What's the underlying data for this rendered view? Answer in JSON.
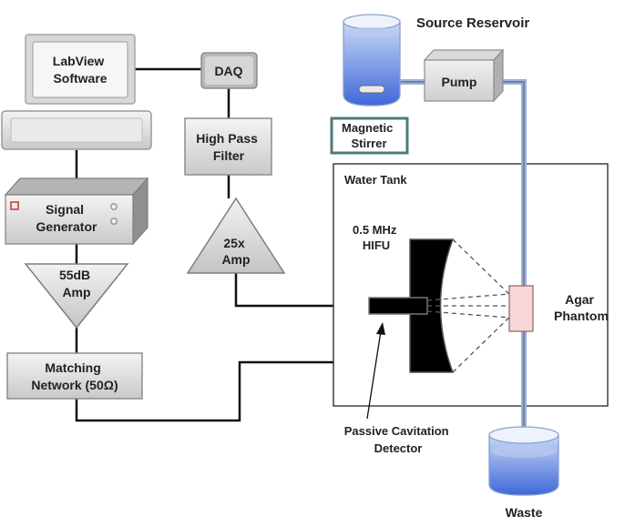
{
  "labels": {
    "labview": [
      "LabView",
      "Software"
    ],
    "daq": "DAQ",
    "high_pass_filter": [
      "High Pass",
      "Filter"
    ],
    "signal_generator": [
      "Signal",
      "Generator"
    ],
    "amp_25x": [
      "25x",
      "Amp"
    ],
    "amp_55db": [
      "55dB",
      "Amp"
    ],
    "matching_network": [
      "Matching",
      "Network (50Ω)"
    ],
    "source_reservoir": "Source Reservoir",
    "pump": "Pump",
    "magnetic_stirrer": [
      "Magnetic",
      "Stirrer"
    ],
    "water_tank": "Water Tank",
    "hifu": [
      "0.5 MHz",
      "HIFU"
    ],
    "agar_phantom": [
      "Agar",
      "Phantom"
    ],
    "pcd": [
      "Passive Cavitation",
      "Detector"
    ],
    "waste": "Waste"
  },
  "icons": {
    "computer": "computer-icon",
    "beaker": "beaker-icon",
    "stir_bar": "stir-bar-icon",
    "transducer": "hifu-transducer-icon"
  }
}
